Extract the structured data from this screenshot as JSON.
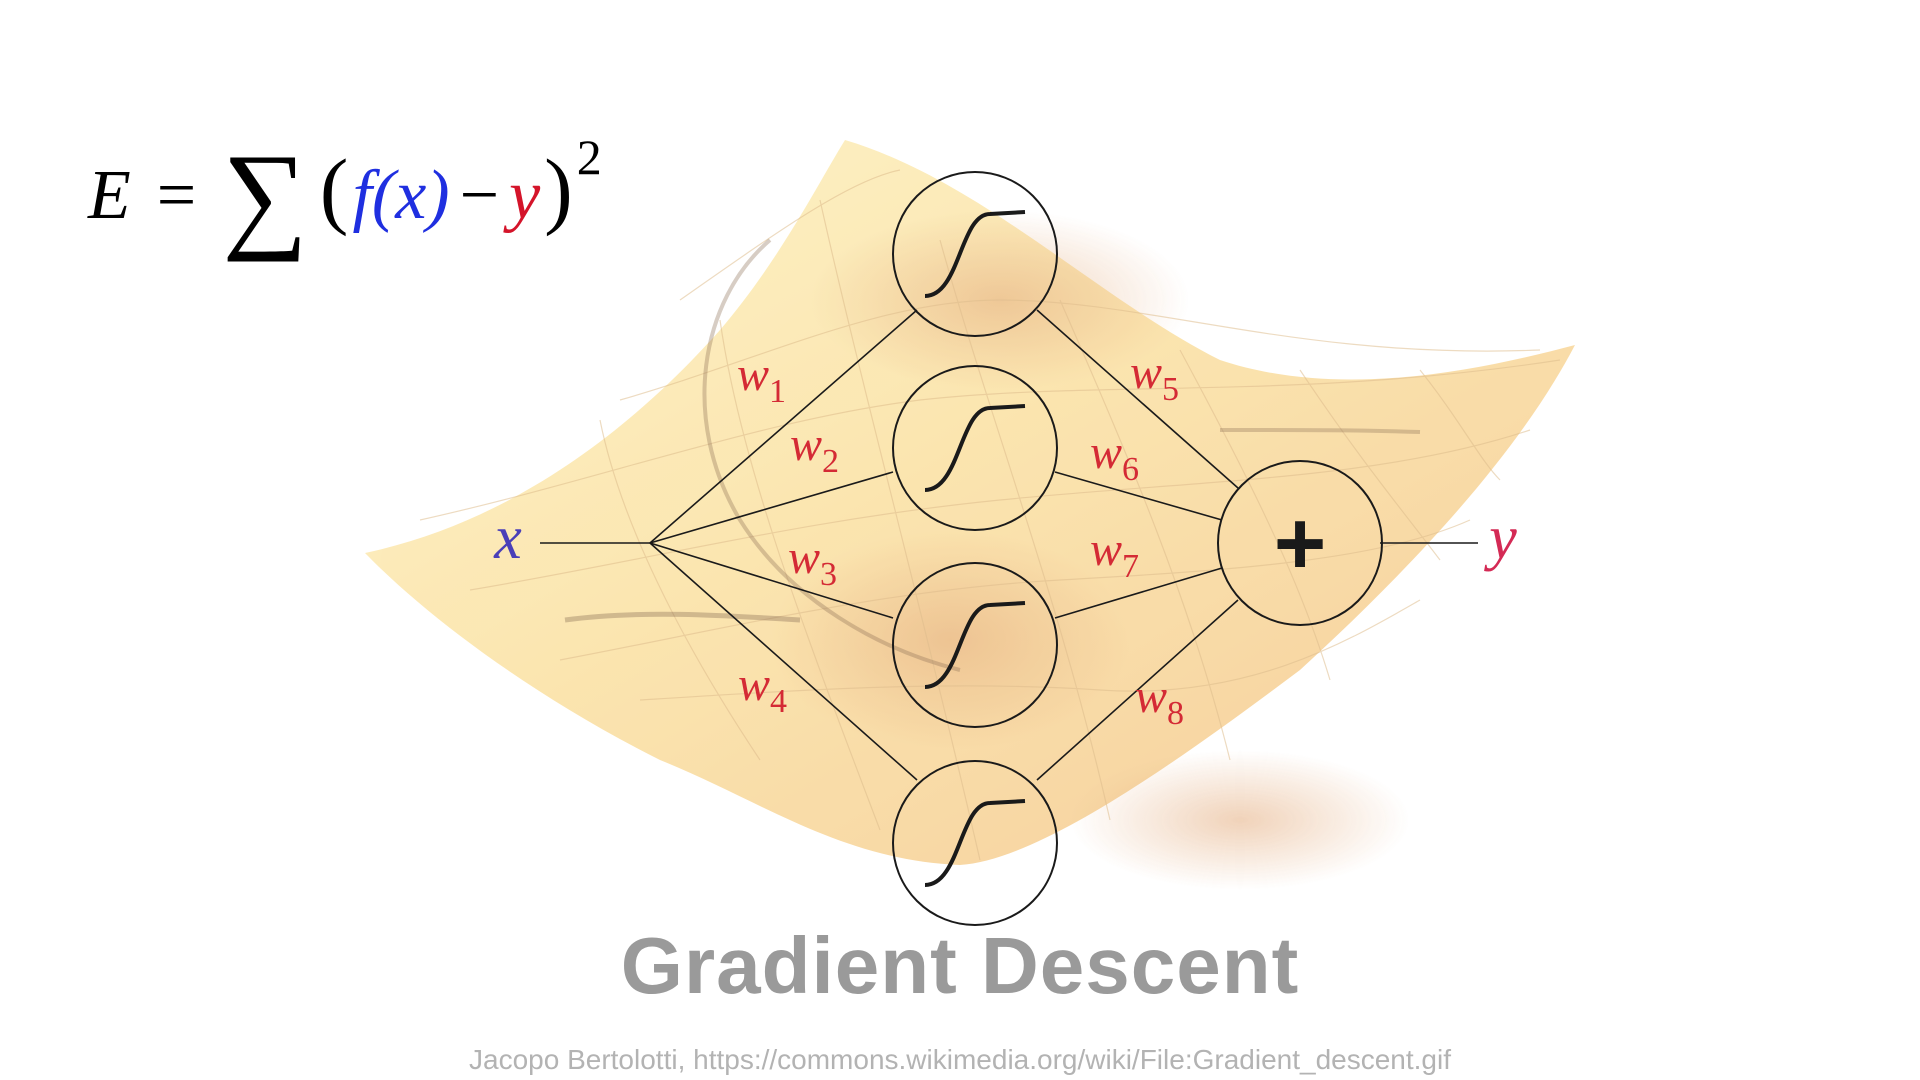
{
  "equation": {
    "lhs": "E",
    "equals": "=",
    "sum": "∑",
    "open_paren": "(",
    "f_of_x": "f(x)",
    "minus": "−",
    "y": "y",
    "close_paren": ")",
    "exponent": "2"
  },
  "network": {
    "input_label": "x",
    "output_label": "y",
    "sum_node_symbol": "+",
    "weights": [
      {
        "base": "w",
        "sub": "1"
      },
      {
        "base": "w",
        "sub": "2"
      },
      {
        "base": "w",
        "sub": "3"
      },
      {
        "base": "w",
        "sub": "4"
      },
      {
        "base": "w",
        "sub": "5"
      },
      {
        "base": "w",
        "sub": "6"
      },
      {
        "base": "w",
        "sub": "7"
      },
      {
        "base": "w",
        "sub": "8"
      }
    ]
  },
  "caption": "Gradient Descent",
  "credit": "Jacopo Bertolotti, https://commons.wikimedia.org/wiki/File:Gradient_descent.gif",
  "colors": {
    "weight_label": "#d42a35",
    "input_label": "#4a3fb8",
    "output_label": "#d42a55",
    "f_of_x": "#1f2fe0",
    "y_term": "#d4142a",
    "line": "#1a1a1a",
    "surface_light": "#fdeeb0",
    "surface_dark": "#f2bf7a"
  }
}
